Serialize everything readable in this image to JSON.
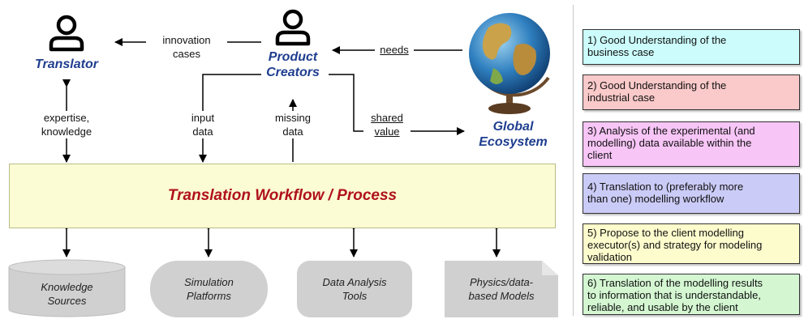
{
  "actors": {
    "translator": "Translator",
    "product_creators_line1": "Product",
    "product_creators_line2": "Creators",
    "global_line1": "Global",
    "global_line2": "Ecosystem"
  },
  "edge_labels": {
    "innovation_cases_1": "innovation",
    "innovation_cases_2": "cases",
    "needs": "needs",
    "expertise_1": "expertise,",
    "expertise_2": "knowledge",
    "input_data_1": "input",
    "input_data_2": "data",
    "missing_data_1": "missing",
    "missing_data_2": "data",
    "shared_value_1": "shared",
    "shared_value_2": "value"
  },
  "workflow_label": "Translation Workflow / Process",
  "resources": [
    {
      "line1": "Knowledge",
      "line2": "Sources"
    },
    {
      "line1": "Simulation",
      "line2": "Platforms"
    },
    {
      "line1": "Data Analysis",
      "line2": "Tools"
    },
    {
      "line1": "Physics/data-",
      "line2": "based Models"
    }
  ],
  "steps": [
    {
      "line1": "1) Good Understanding of the",
      "line2": "business case",
      "line3": "",
      "color": "#ccfdfc"
    },
    {
      "line1": "2) Good Understanding of the",
      "line2": "industrial case",
      "line3": "",
      "color": "#fac9c9"
    },
    {
      "line1": "3) Analysis of the experimental (and",
      "line2": "modelling) data available within the",
      "line3": "client",
      "color": "#f7c5f6"
    },
    {
      "line1": "4) Translation to (preferably more",
      "line2": "than one) modelling workflow",
      "line3": "",
      "color": "#cbcbf7"
    },
    {
      "line1": "5) Propose to the client modelling",
      "line2": "executor(s) and strategy for modeling",
      "line3": "validation",
      "color": "#fdfccd"
    },
    {
      "line1": "6) Translation of the modelling results",
      "line2": "to information that is understandable,",
      "line3": "reliable, and usable by the client",
      "color": "#d4f7d2"
    }
  ],
  "colors": {
    "actor_text": "#1f3e8f",
    "workflow_text": "#b0111c",
    "workflow_fill": "#fbfcd3",
    "resource_fill": "#d0d0d0"
  },
  "icons": {
    "translator": "person-icon",
    "product_creators": "person-icon",
    "global_ecosystem": "globe-icon"
  }
}
